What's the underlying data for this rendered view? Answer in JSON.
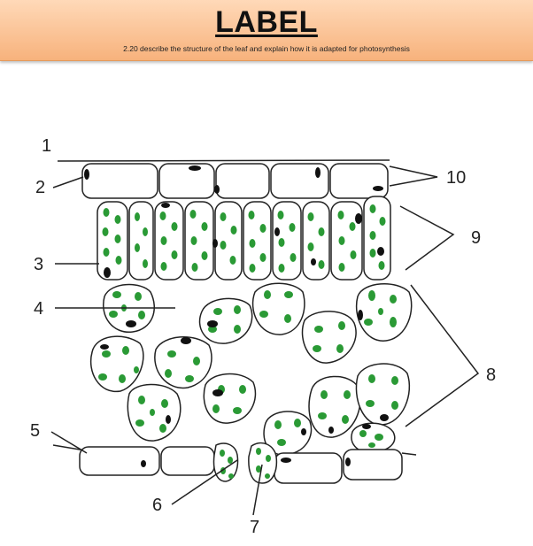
{
  "header": {
    "title": "LABEL",
    "subtitle": "2.20 describe the structure of the leaf and explain how it is adapted for photosynthesis"
  },
  "diagram": {
    "labels": [
      "1",
      "2",
      "3",
      "4",
      "5",
      "6",
      "7",
      "8",
      "9",
      "10"
    ]
  },
  "colors": {
    "banner_top": "#ffd9b8",
    "banner_bottom": "#f7b27c",
    "chloroplast": "#2a9a35",
    "nucleus": "#111111",
    "outline": "#222222"
  }
}
